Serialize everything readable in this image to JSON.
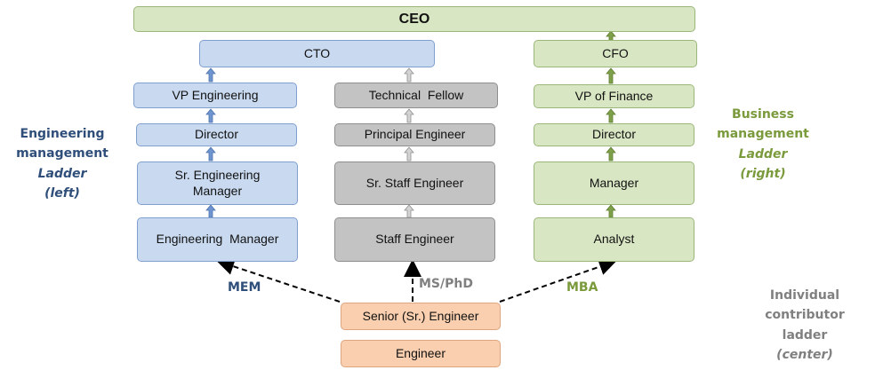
{
  "colors": {
    "management_blue": "#c9daf0",
    "technical_grey": "#c3c3c3",
    "business_green": "#d9e6c3",
    "engineer_peach": "#f9cfaf",
    "ceo_green": "#d9e6c3"
  },
  "top": {
    "ceo": "CEO"
  },
  "engineering_ladder": {
    "cto": "CTO",
    "vp": "VP Engineering",
    "director": "Director",
    "sr_manager": "Sr. Engineering Manager",
    "manager": "Engineering  Manager"
  },
  "technical_ladder": {
    "fellow": "Technical  Fellow",
    "principal": "Principal Engineer",
    "sr_staff": "Sr. Staff Engineer",
    "staff": "Staff Engineer"
  },
  "business_ladder": {
    "cfo": "CFO",
    "vp": "VP of Finance",
    "director": "Director",
    "manager": "Manager",
    "analyst": "Analyst"
  },
  "individual": {
    "senior": "Senior (Sr.) Engineer",
    "engineer": "Engineer"
  },
  "paths": {
    "left": "MEM",
    "center": "MS/PhD",
    "right": "MBA"
  },
  "side_labels": {
    "left": {
      "title": "Engineering management",
      "sub1": "Ladder",
      "sub2": "(left)"
    },
    "right": {
      "title": "Business management",
      "sub1": "Ladder",
      "sub2": "(right)"
    },
    "center": {
      "title": "Individual contributor ladder",
      "sub1": "(center)"
    }
  }
}
